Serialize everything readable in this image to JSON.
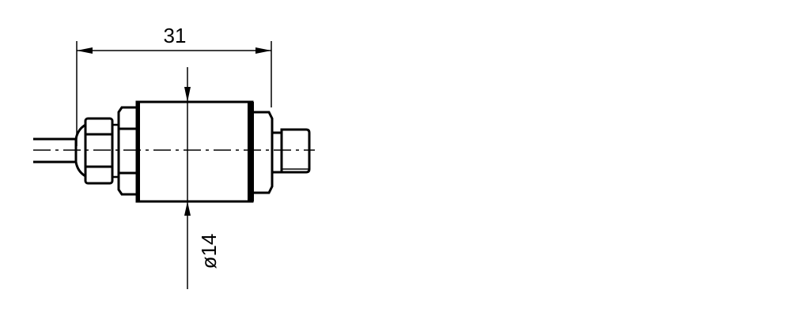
{
  "drawing": {
    "type": "technical-drawing",
    "subject": "pressure sensor / transmitter side view",
    "line_color": "#000000",
    "background": "#ffffff",
    "dimensions": {
      "length": {
        "label": "31",
        "value": 31,
        "orientation": "horizontal"
      },
      "diameter": {
        "label": "ø14",
        "value": 14,
        "symbol": "ø",
        "orientation": "vertical"
      }
    },
    "parts": [
      {
        "name": "cable",
        "label": ""
      },
      {
        "name": "cable-gland-nut",
        "label": ""
      },
      {
        "name": "hex-nut",
        "label": ""
      },
      {
        "name": "housing-body",
        "label": ""
      },
      {
        "name": "hex-collar",
        "label": ""
      },
      {
        "name": "threaded-process-connection",
        "label": ""
      }
    ]
  }
}
